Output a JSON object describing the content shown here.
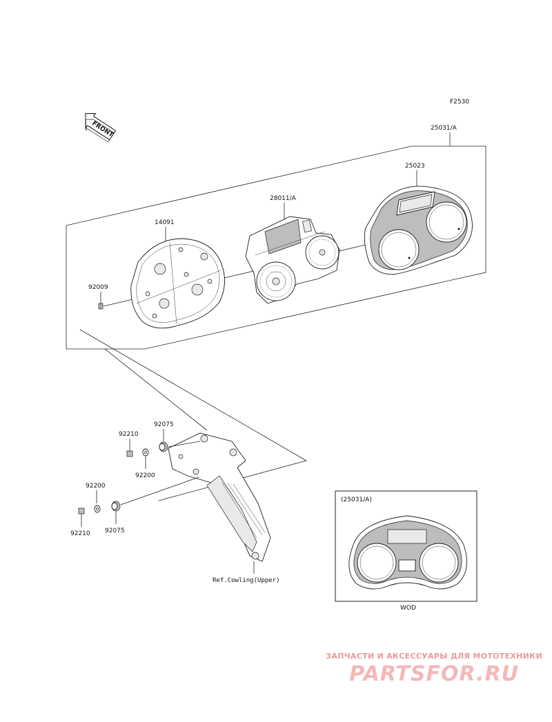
{
  "diagram": {
    "figure_code": "F2530",
    "front_label": "FRONT",
    "callouts": {
      "assembly": "25031/A",
      "case_upper": "25023",
      "meter_unit": "28011/A",
      "case_lower": "14091",
      "screw": "92009",
      "nut_left": "92210",
      "grommet_top": "92075",
      "washer_top": "92200",
      "washer_bottom": "92200",
      "nut_bottom": "92210",
      "grommet_bottom": "92075",
      "reference": "Ref.Cowling(Upper)"
    },
    "inset": {
      "title": "(25031/A)",
      "caption": "WOD"
    }
  },
  "watermark": {
    "subtitle": "ЗАПЧАСТИ И АКСЕССУАРЫ ДЛЯ МОТОТЕХНИКИ",
    "logo": "PARTSFOR.RU"
  }
}
